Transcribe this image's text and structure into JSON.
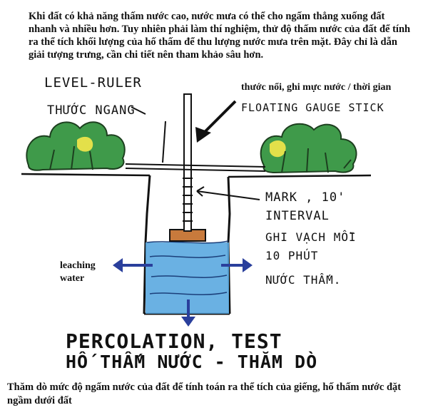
{
  "intro_text": "Khi đất có khả năng thấm nước cao, nước mưa có thể cho ngấm thẳng xuống đất nhanh và nhiều hơn. Tuy nhiên phải làm thí nghiệm, thử độ thấm nước của đất để tính ra thể tích khối lượng của hố thấm để thu lượng nước mưa trên mặt. Đây chỉ là dẫn giải tượng trưng, cần chi tiết nên tham khảo sâu hơn.",
  "labels": {
    "level_ruler": "LEVEL-RULER",
    "level_ruler_vi": "THƯỚC NGANG",
    "floating_gauge_vi": "thước nổi, ghi mực nước / thời gian",
    "floating_gauge": "FLOATING GAUGE STICK",
    "mark": "MARK , 10'",
    "interval": "INTERVAL",
    "mark_vi_1": "GHI VẠCH MỖI",
    "mark_vi_2": "10 PHÚT",
    "mark_vi_3": "NƯỚC THẤM.",
    "leaching_1": "leaching",
    "leaching_2": "water"
  },
  "title": {
    "line1": "PERCOLATION, TEST",
    "line2": "HỐ THẤM NƯỚC - THĂM DÒ"
  },
  "caption_text": "Thăm dò mức độ ngấm nước của đất để tính toán ra thể tích của giếng, hố thấm nước đặt ngầm dưới đất",
  "colors": {
    "water": "#5aa8e0",
    "tree_green": "#3f9a4a",
    "tree_yellow": "#e3e04a",
    "stick": "#c87a3c",
    "arrow_blue": "#2a3f9c"
  }
}
